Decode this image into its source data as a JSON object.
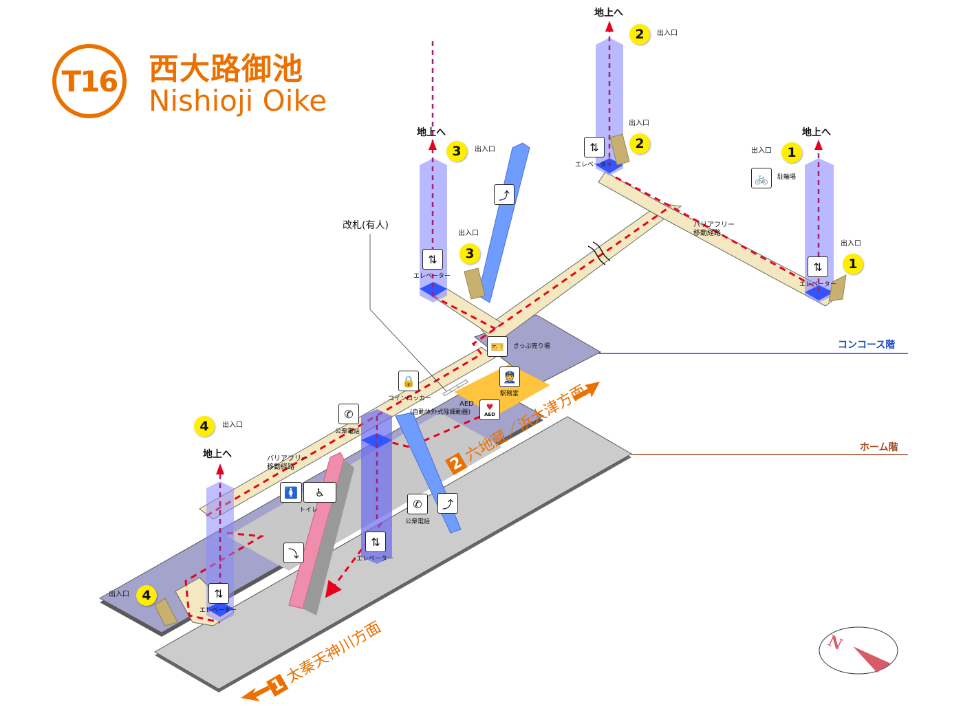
{
  "station": {
    "code": "T16",
    "name_ja": "西大路御池",
    "name_en": "Nishioji Oike",
    "brand_color": "#ea7000"
  },
  "floors": {
    "concourse": {
      "label": "コンコース階",
      "color": "#1a49c8"
    },
    "platform": {
      "label": "ホーム階",
      "color": "#a0491e"
    }
  },
  "exits": [
    {
      "number": "1",
      "label": "出入口",
      "to_ground": "地上へ"
    },
    {
      "number": "2",
      "label": "出入口",
      "to_ground": "地上へ"
    },
    {
      "number": "3",
      "label": "出入口",
      "to_ground": "地上へ"
    },
    {
      "number": "4",
      "label": "出入口",
      "to_ground": "地上へ"
    }
  ],
  "facilities": {
    "elevator": "エレベーター",
    "bicycle_parking": "駐輪場",
    "barrier_free_route": "バリアフリー\n移動経路",
    "ticket_gate": "改札(有人)",
    "ticket_sales": "きっぷ売り場",
    "station_office": "駅務室",
    "coin_locker": "コインロッカー",
    "aed": "AED",
    "aed_full": "(自動体外式除細動器)",
    "aed_icon_text": "AED",
    "public_phone": "公衆電話",
    "toilet": "トイレ"
  },
  "directions": [
    {
      "number": "1",
      "label": "太秦天神川方面"
    },
    {
      "number": "2",
      "label": "六地蔵／浜大津方面"
    }
  ],
  "compass": {
    "label": "N"
  },
  "colors": {
    "corridor": "#f4e8c0",
    "concourse_floor": "#a3a3cc",
    "platform_floor": "#cccccc",
    "station_office": "#ffc43d",
    "elevator_shaft": "#8080ff",
    "escalator_blue": "#6f9cff",
    "escalator_pink": "#f08cac",
    "route_red": "#e8001c",
    "exit_marker": "#ffee00"
  }
}
